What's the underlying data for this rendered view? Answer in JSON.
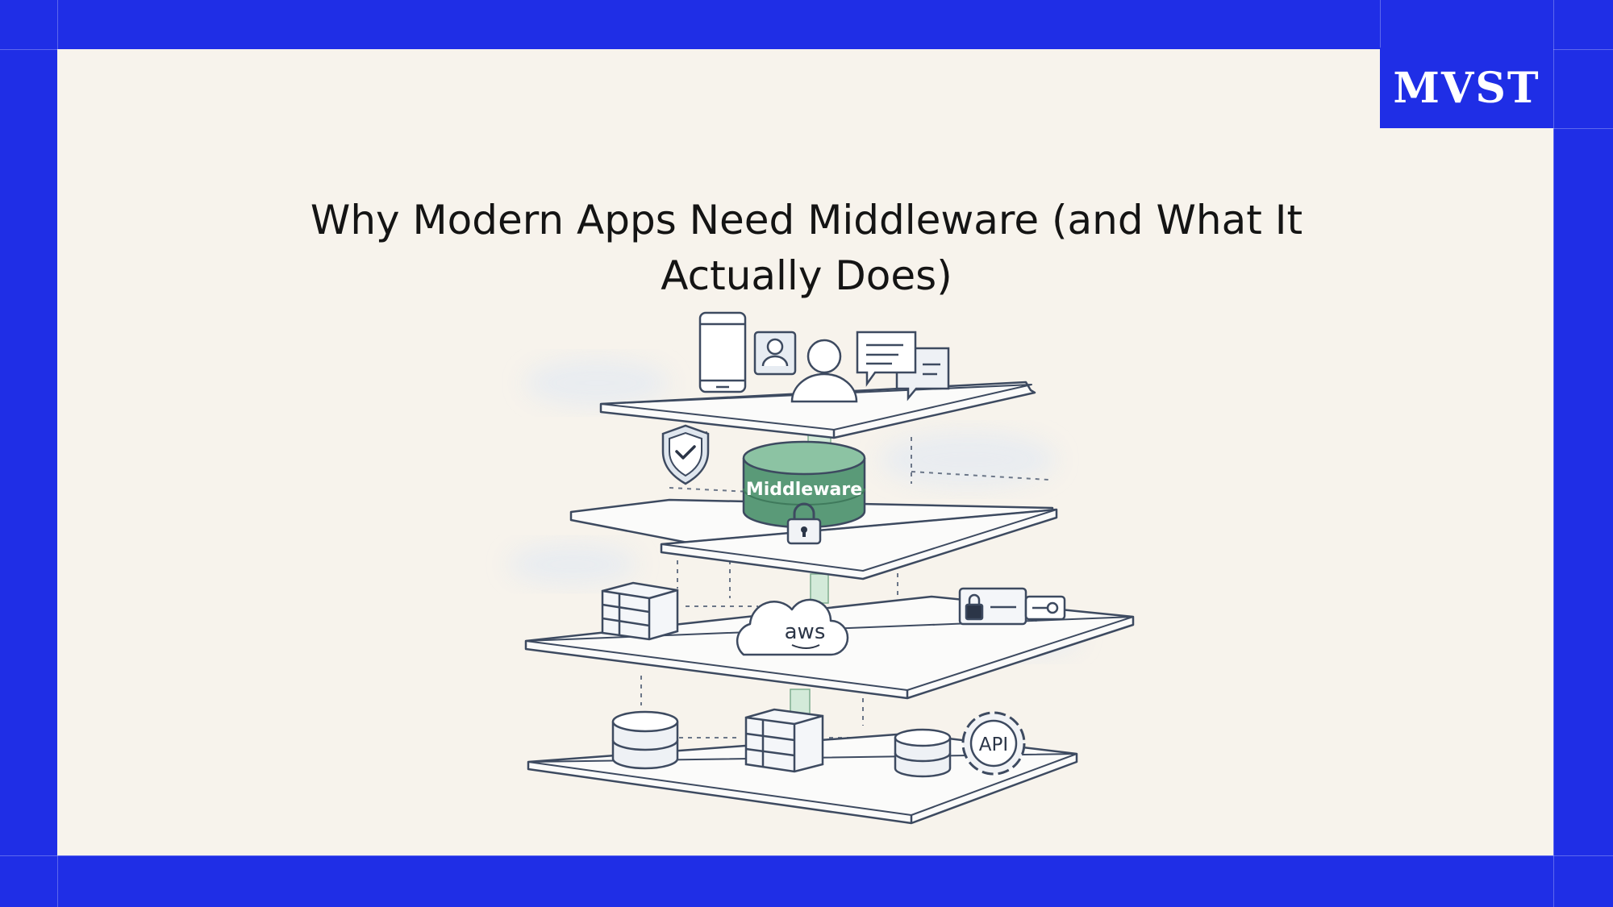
{
  "brand": {
    "logo_text": "MVST"
  },
  "page": {
    "title": "Why Modern Apps Need Middleware (and What It Actually Does)"
  },
  "diagram": {
    "layers": [
      {
        "name": "client-layer",
        "icons": [
          "mobile-phone-icon",
          "user-profile-icon",
          "user-icon",
          "chat-bubbles-icon"
        ]
      },
      {
        "name": "middleware-layer",
        "icons": [
          "shield-check-icon",
          "middleware-cylinder",
          "padlock-icon"
        ]
      },
      {
        "name": "cloud-layer",
        "icons": [
          "server-rack-icon",
          "aws-cloud-icon",
          "key-card-icon"
        ]
      },
      {
        "name": "data-layer",
        "icons": [
          "database-icon",
          "server-rack-icon",
          "database-icon",
          "api-gear-icon"
        ]
      }
    ],
    "middleware_label": "Middleware",
    "cloud_label": "aws",
    "api_label": "API"
  },
  "colors": {
    "frame": "#1f2ee6",
    "card": "#f7f3ec",
    "middleware": "#5a9a78",
    "line": "#3d4a60"
  }
}
